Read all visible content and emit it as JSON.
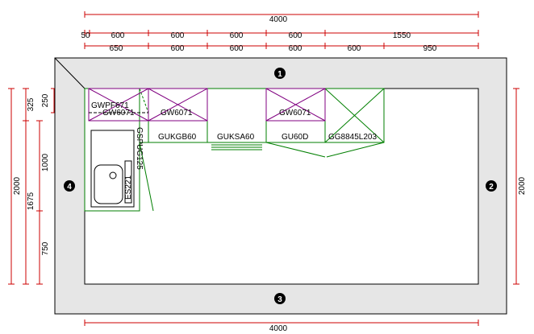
{
  "dimensions": {
    "top_total": "4000",
    "top_row1": [
      "50",
      "600",
      "600",
      "600",
      "600",
      "1550"
    ],
    "top_row2": [
      "650",
      "600",
      "600",
      "600",
      "600",
      "950"
    ],
    "bottom_total": "4000",
    "left_outer": "2000",
    "left_mid": "1675",
    "left_inner": [
      "325",
      "1000",
      "750"
    ],
    "left_small": "250",
    "right_outer": "2000"
  },
  "walls": [
    "1",
    "2",
    "3",
    "4"
  ],
  "units": {
    "gwpf": "GWPF671",
    "gw_left": "GW6071",
    "gw_mid": "GW6071",
    "gw_right": "GW6071",
    "gukgb": "GUKGB60",
    "guksa": "GUKSA60",
    "gu60d": "GU60D",
    "gg": "GG8845L203",
    "gspug": "GSPUG125",
    "sink": "ES221"
  },
  "colors": {
    "dimension": "#cc0000",
    "wall_fill": "#e6e6e6",
    "base_unit": "#007f00",
    "wall_unit": "#800080",
    "outline": "#000000"
  }
}
